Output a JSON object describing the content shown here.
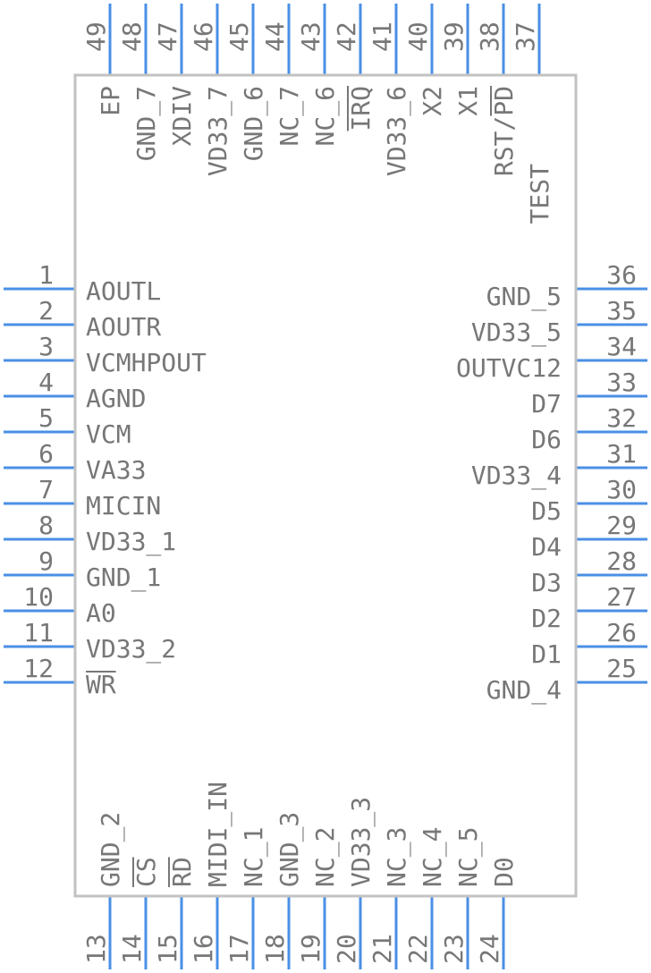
{
  "component": {
    "left_pins": [
      {
        "num": "1",
        "name": "AOUTL"
      },
      {
        "num": "2",
        "name": "AOUTR"
      },
      {
        "num": "3",
        "name": "VCMHPOUT"
      },
      {
        "num": "4",
        "name": "AGND"
      },
      {
        "num": "5",
        "name": "VCM"
      },
      {
        "num": "6",
        "name": "VA33"
      },
      {
        "num": "7",
        "name": "MICIN"
      },
      {
        "num": "8",
        "name": "VD33_1"
      },
      {
        "num": "9",
        "name": "GND_1"
      },
      {
        "num": "10",
        "name": "A0"
      },
      {
        "num": "11",
        "name": "VD33_2"
      },
      {
        "num": "12",
        "name": "WR",
        "overbar": [
          0,
          2
        ]
      }
    ],
    "right_pins": [
      {
        "num": "36",
        "name": "GND_5"
      },
      {
        "num": "35",
        "name": "VD33_5"
      },
      {
        "num": "34",
        "name": "OUTVC12"
      },
      {
        "num": "33",
        "name": "D7"
      },
      {
        "num": "32",
        "name": "D6"
      },
      {
        "num": "31",
        "name": "VD33_4"
      },
      {
        "num": "30",
        "name": "D5"
      },
      {
        "num": "29",
        "name": "D4"
      },
      {
        "num": "28",
        "name": "D3"
      },
      {
        "num": "27",
        "name": "D2"
      },
      {
        "num": "26",
        "name": "D1"
      },
      {
        "num": "25",
        "name": "GND_4"
      }
    ],
    "bottom_pins": [
      {
        "num": "13",
        "name": "GND_2"
      },
      {
        "num": "14",
        "name": "CS",
        "overbar": [
          0,
          2
        ]
      },
      {
        "num": "15",
        "name": "RD",
        "overbar": [
          0,
          2
        ]
      },
      {
        "num": "16",
        "name": "MIDI_IN"
      },
      {
        "num": "17",
        "name": "NC_1"
      },
      {
        "num": "18",
        "name": "GND_3"
      },
      {
        "num": "19",
        "name": "NC_2"
      },
      {
        "num": "20",
        "name": "VD33_3"
      },
      {
        "num": "21",
        "name": "NC_3"
      },
      {
        "num": "22",
        "name": "NC_4"
      },
      {
        "num": "23",
        "name": "NC_5"
      },
      {
        "num": "24",
        "name": "D0"
      }
    ],
    "top_pins": [
      {
        "num": "49",
        "name": "EP"
      },
      {
        "num": "48",
        "name": "GND_7"
      },
      {
        "num": "47",
        "name": "XDIV"
      },
      {
        "num": "46",
        "name": "VD33_7"
      },
      {
        "num": "45",
        "name": "GND_6"
      },
      {
        "num": "44",
        "name": "NC_7"
      },
      {
        "num": "43",
        "name": "NC_6"
      },
      {
        "num": "42",
        "name": "IRQ",
        "overbar": [
          0,
          3
        ]
      },
      {
        "num": "41",
        "name": "VD33_6"
      },
      {
        "num": "40",
        "name": "X2"
      },
      {
        "num": "39",
        "name": "X1"
      },
      {
        "num": "38",
        "name": "RST/PD",
        "overbar": [
          4,
          6
        ]
      },
      {
        "num": "37",
        "name": "TEST"
      }
    ]
  },
  "colors": {
    "pin": "#4a8fe6",
    "outline": "#c2c2c2",
    "text": "#777777"
  }
}
